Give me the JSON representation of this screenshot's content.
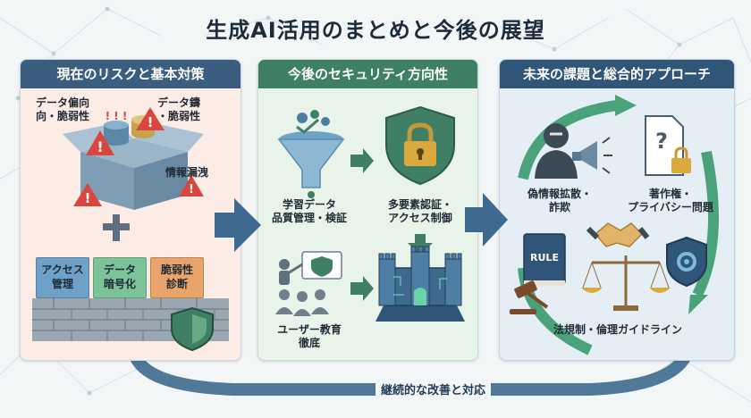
{
  "title": "生成AI活用のまとめと今後の展望",
  "panels": {
    "current": {
      "header": "現在のリスクと基本対策",
      "risks": {
        "bias": [
          "データ偏向",
          "向・脆弱性"
        ],
        "leak": "情報漏洩",
        "tamper": [
          "データ鑄",
          "・脆弱性"
        ]
      },
      "measures": {
        "access": [
          "アクセス",
          "管理"
        ],
        "encrypt": [
          "データ",
          "暗号化"
        ],
        "vuln": [
          "脆弱性",
          "診断"
        ]
      }
    },
    "future_security": {
      "header": "今後のセキュリティ方向性",
      "training_data": [
        "学習データ",
        "品質管理・検証"
      ],
      "mfa": [
        "多要素認証・",
        "アクセス制御"
      ],
      "education": [
        "ユーザー教育",
        "徹底"
      ]
    },
    "future_challenges": {
      "header": "未来の課題と総合的アプローチ",
      "misinfo": [
        "偽情報拡散・",
        "詐欺"
      ],
      "copyright": [
        "著作権・",
        "プライバシー問題"
      ],
      "regulation": "法規制・倫理ガイドライン",
      "rule_book": "RULE"
    }
  },
  "footer": "継続的な改善と対応",
  "colors": {
    "navy": "#3a5d80",
    "green": "#3f7f66",
    "blue": "#2f5578",
    "arrow": "#3d6a8e"
  }
}
